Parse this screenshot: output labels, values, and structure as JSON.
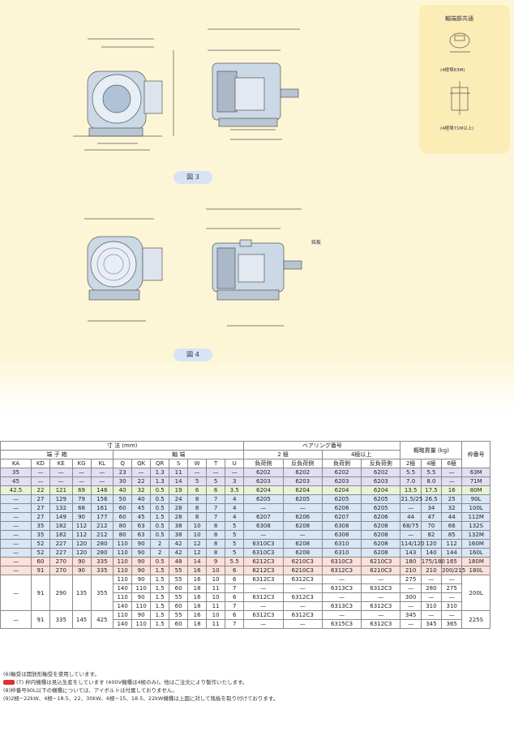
{
  "side_title": "軸端部共通",
  "side_note1": "(4極埠63M)",
  "side_note2": "(4極埠71M以上)",
  "fig3": "図 3",
  "fig4": "図 4",
  "nameplate": "銘板",
  "header": {
    "dims": "寸 法 (mm)",
    "terminal": "端 子 箱",
    "shaft": "軸 端",
    "bearing": "ベアリング番号",
    "p2": "2 極",
    "p4": "4極以上",
    "load": "負荷側",
    "anti": "反負荷側",
    "weight": "概略質量 (kg)",
    "frame": "枠番号",
    "cols": [
      "KA",
      "KD",
      "KE",
      "KG",
      "KL",
      "Q",
      "QK",
      "QR",
      "S",
      "W",
      "T",
      "U"
    ],
    "wcols": [
      "2極",
      "4極",
      "6極"
    ]
  },
  "rows": [
    {
      "c": [
        "35",
        "—",
        "—",
        "—",
        "—",
        "23",
        "—",
        "1.3",
        "11",
        "—",
        "—",
        "—"
      ],
      "b": [
        "6202",
        "6202",
        "6202",
        "6202"
      ],
      "w": [
        "5.5",
        "5.5",
        "—"
      ],
      "f": "63M",
      "bg": "#e4def2"
    },
    {
      "c": [
        "45",
        "—",
        "—",
        "—",
        "—",
        "30",
        "22",
        "1.3",
        "14",
        "5",
        "5",
        "3"
      ],
      "b": [
        "6203",
        "6203",
        "6203",
        "6203"
      ],
      "w": [
        "7.0",
        "8.0",
        "—"
      ],
      "f": "71M",
      "bg": "#e4def2"
    },
    {
      "c": [
        "42.5",
        "22",
        "121",
        "69",
        "146",
        "40",
        "32",
        "0.5",
        "19",
        "6",
        "6",
        "3.5"
      ],
      "b": [
        "6204",
        "6204",
        "6204",
        "6204"
      ],
      "w": [
        "13.5",
        "17.5",
        "16"
      ],
      "f": "80M",
      "bg": "#e7f3d7"
    },
    {
      "c": [
        "—",
        "27",
        "129",
        "79",
        "156",
        "50",
        "40",
        "0.5",
        "24",
        "8",
        "7",
        "4"
      ],
      "b": [
        "6205",
        "6205",
        "6205",
        "6205"
      ],
      "w": [
        "21.5/25",
        "26.5",
        "25"
      ],
      "f": "90L",
      "bg": "#d8e6f6"
    },
    {
      "c": [
        "—",
        "27",
        "132",
        "68",
        "161",
        "60",
        "45",
        "0.5",
        "28",
        "8",
        "7",
        "4"
      ],
      "b": [
        "—",
        "—",
        "6206",
        "6205"
      ],
      "w": [
        "—",
        "34",
        "32"
      ],
      "f": "100L",
      "bg": "#d8e6f6"
    },
    {
      "c": [
        "—",
        "27",
        "149",
        "90",
        "177",
        "60",
        "45",
        "1.5",
        "28",
        "8",
        "7",
        "4"
      ],
      "b": [
        "6207",
        "6206",
        "6207",
        "6206"
      ],
      "w": [
        "44",
        "47",
        "44"
      ],
      "f": "112M",
      "bg": "#d8e6f6"
    },
    {
      "c": [
        "—",
        "35",
        "182",
        "112",
        "212",
        "80",
        "63",
        "0.5",
        "38",
        "10",
        "8",
        "5"
      ],
      "b": [
        "6308",
        "6208",
        "6308",
        "6208"
      ],
      "w": [
        "68/75",
        "70",
        "66"
      ],
      "f": "132S",
      "bg": "#d8e6f6"
    },
    {
      "c": [
        "—",
        "35",
        "182",
        "112",
        "212",
        "80",
        "63",
        "0.5",
        "38",
        "10",
        "8",
        "5"
      ],
      "b": [
        "—",
        "—",
        "6308",
        "6208"
      ],
      "w": [
        "—",
        "82",
        "85"
      ],
      "f": "132M",
      "bg": "#d8e6f6"
    },
    {
      "c": [
        "—",
        "52",
        "227",
        "120",
        "280",
        "110",
        "90",
        "2",
        "42",
        "12",
        "8",
        "5"
      ],
      "b": [
        "6310C3",
        "6208",
        "6310",
        "6208"
      ],
      "w": [
        "114/120",
        "120",
        "112"
      ],
      "f": "160M",
      "bg": "#d8e6f6"
    },
    {
      "c": [
        "—",
        "52",
        "227",
        "120",
        "280",
        "110",
        "90",
        "2",
        "42",
        "12",
        "8",
        "5"
      ],
      "b": [
        "6310C3",
        "6208",
        "6310",
        "6208"
      ],
      "w": [
        "143",
        "140",
        "144"
      ],
      "f": "160L",
      "bg": "#d8e6f6"
    },
    {
      "c": [
        "—",
        "60",
        "270",
        "90",
        "335",
        "110",
        "90",
        "0.5",
        "48",
        "14",
        "9",
        "5.5"
      ],
      "b": [
        "6212C3",
        "6210C3",
        "6310C3",
        "6210C3"
      ],
      "w": [
        "180",
        "175/180",
        "165"
      ],
      "f": "180M",
      "bg": "#fbe0dc"
    },
    {
      "c": [
        "—",
        "91",
        "270",
        "90",
        "335",
        "110",
        "90",
        "1.5",
        "55",
        "16",
        "10",
        "6"
      ],
      "b": [
        "6212C3",
        "6210C3",
        "6312C3",
        "6210C3"
      ],
      "w": [
        "210",
        "210",
        "200/215"
      ],
      "f": "180L",
      "bg": "#fbe0dc"
    }
  ],
  "rows2": [
    {
      "s": [
        "110",
        "90",
        "1.5",
        "55",
        "16",
        "10",
        "6"
      ],
      "b": [
        "6312C3",
        "6312C3",
        "—",
        "—"
      ],
      "w": [
        "275",
        "—",
        "—"
      ]
    },
    {
      "s": [
        "140",
        "110",
        "1.5",
        "60",
        "18",
        "11",
        "7"
      ],
      "b": [
        "—",
        "—",
        "6313C3",
        "6312C3"
      ],
      "w": [
        "—",
        "280",
        "275"
      ]
    },
    {
      "s": [
        "110",
        "90",
        "1.5",
        "55",
        "16",
        "10",
        "6"
      ],
      "b": [
        "6312C3",
        "6312C3",
        "—",
        "—"
      ],
      "w": [
        "300",
        "—",
        "—"
      ]
    },
    {
      "s": [
        "140",
        "110",
        "1.5",
        "60",
        "18",
        "11",
        "7"
      ],
      "b": [
        "—",
        "—",
        "6313C3",
        "6312C3"
      ],
      "w": [
        "—",
        "310",
        "310"
      ]
    },
    {
      "s": [
        "110",
        "90",
        "1.5",
        "55",
        "16",
        "10",
        "6"
      ],
      "b": [
        "6312C3",
        "6312C3",
        "—",
        "—"
      ],
      "w": [
        "345",
        "—",
        "—"
      ]
    },
    {
      "s": [
        "140",
        "110",
        "1.5",
        "60",
        "18",
        "11",
        "7"
      ],
      "b": [
        "—",
        "—",
        "6315C3",
        "6312C3"
      ],
      "w": [
        "—",
        "345",
        "365"
      ]
    }
  ],
  "group1": {
    "ka": "—",
    "kd": "91",
    "ke": "290",
    "kg": "135",
    "kl": "355",
    "f": "200L"
  },
  "group2": {
    "ka": "—",
    "kd": "91",
    "ke": "335",
    "kg": "145",
    "kl": "425",
    "f": "225S"
  },
  "notes": [
    "(6)軸受は開放形軸受を使用しています。",
    "(7) 枠内機種は見込生産をしています (400V機種は4極のみ)。他はご注文により製作いたします。",
    "(8)枠番号90L以下の機種については、アイボルトは付属しておりません。",
    "(9)2極−22kW、4極−18.5、22、30kW、6極−15、18.5、22kW機種は上図に対して銘板を取り付けております。"
  ]
}
